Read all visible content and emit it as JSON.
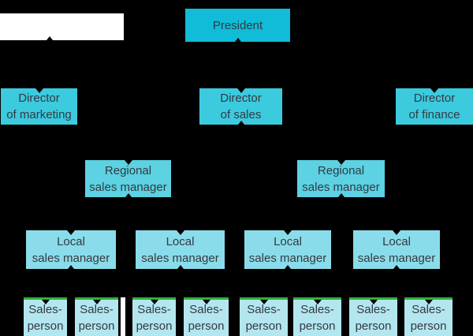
{
  "diagram": {
    "type": "org-chart",
    "background_color": "#000000",
    "text_color": "#333a42",
    "colors": {
      "president_box": "#10bcd8",
      "director_box": "#3bcade",
      "regional_box": "#5cd2e2",
      "local_box": "#8adcea",
      "salesperson_box": "#b3e6ef",
      "salesperson_top_edge": "#2cb338",
      "connector_arrowhead": "#000000",
      "blank_box": "#ffffff"
    },
    "nodes": {
      "president": {
        "lines": [
          "President"
        ]
      },
      "director_marketing": {
        "lines": [
          "Director",
          "of marketing"
        ]
      },
      "director_sales": {
        "lines": [
          "Director",
          "of sales"
        ]
      },
      "director_finance": {
        "lines": [
          "Director",
          "of finance"
        ]
      },
      "regional_1": {
        "lines": [
          "Regional",
          "sales manager"
        ]
      },
      "regional_2": {
        "lines": [
          "Regional",
          "sales manager"
        ]
      },
      "local_1": {
        "lines": [
          "Local",
          "sales manager"
        ]
      },
      "local_2": {
        "lines": [
          "Local",
          "sales manager"
        ]
      },
      "local_3": {
        "lines": [
          "Local",
          "sales manager"
        ]
      },
      "local_4": {
        "lines": [
          "Local",
          "sales manager"
        ]
      },
      "sales_1": {
        "lines": [
          "Sales-",
          "person"
        ]
      },
      "sales_2": {
        "lines": [
          "Sales-",
          "person"
        ]
      },
      "sales_3": {
        "lines": [
          "Sales-",
          "person"
        ]
      },
      "sales_4": {
        "lines": [
          "Sales-",
          "person"
        ]
      },
      "sales_5": {
        "lines": [
          "Sales-",
          "person"
        ]
      },
      "sales_6": {
        "lines": [
          "Sales-",
          "person"
        ]
      },
      "sales_7": {
        "lines": [
          "Sales-",
          "person"
        ]
      },
      "sales_8": {
        "lines": [
          "Sales-",
          "person"
        ]
      }
    },
    "blank_label_box_text": ""
  }
}
